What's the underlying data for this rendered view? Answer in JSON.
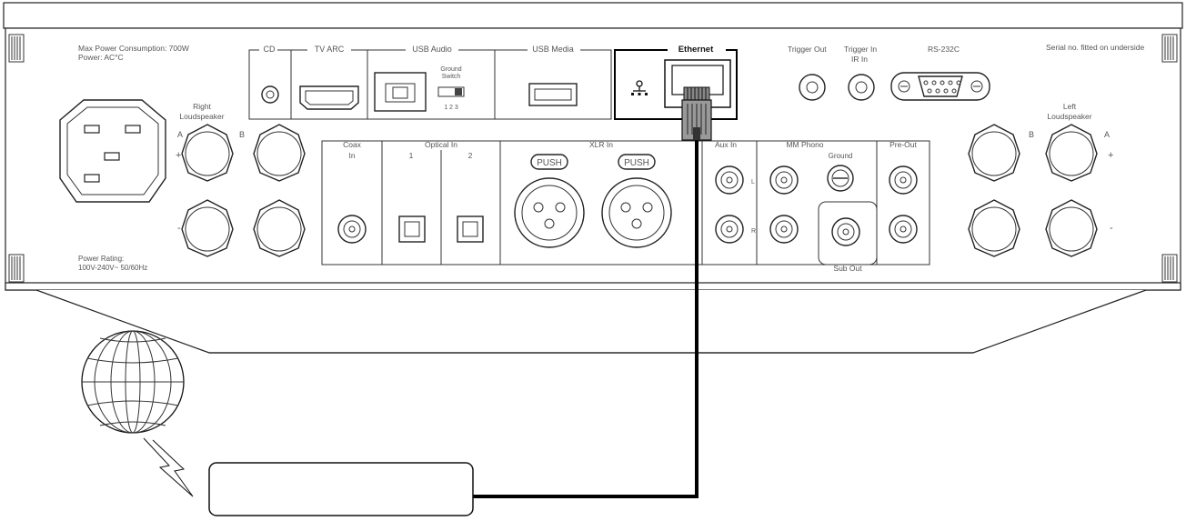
{
  "device": {
    "power_consumption": "Max Power Consumption: 700W",
    "power_type": "Power: AC°C",
    "power_rating_label": "Power Rating:",
    "power_rating_value": "100V-240V~ 50/60Hz",
    "serial_note": "Serial no. fitted on underside"
  },
  "section_labels": {
    "cd": "CD",
    "tv_arc": "TV ARC",
    "usb_audio": "USB Audio",
    "usb_media": "USB Media",
    "ethernet": "Ethernet",
    "trigger_out": "Trigger Out",
    "trigger_in": "Trigger In",
    "ir_in": "IR In",
    "rs232": "RS-232C",
    "ground_switch": "Ground",
    "ground_switch_2": "Switch",
    "switch_positions": "1  2  3",
    "coax": "Coax",
    "coax_in": "In",
    "optical_in": "Optical In",
    "optical_1": "1",
    "optical_2": "2",
    "xlr_in": "XLR In",
    "push_1": "PUSH",
    "push_2": "PUSH",
    "aux_in": "Aux In",
    "mm_phono": "MM Phono",
    "ground": "Ground",
    "pre_out": "Pre-Out",
    "sub_out": "Sub Out",
    "channel_l": "L",
    "channel_r": "R"
  },
  "speakers": {
    "right_label_1": "Right",
    "right_label_2": "Loudspeaker",
    "left_label_1": "Left",
    "left_label_2": "Loudspeaker",
    "term_a": "A",
    "term_b": "B",
    "plus": "+",
    "minus": "-"
  },
  "router_box_text": ""
}
